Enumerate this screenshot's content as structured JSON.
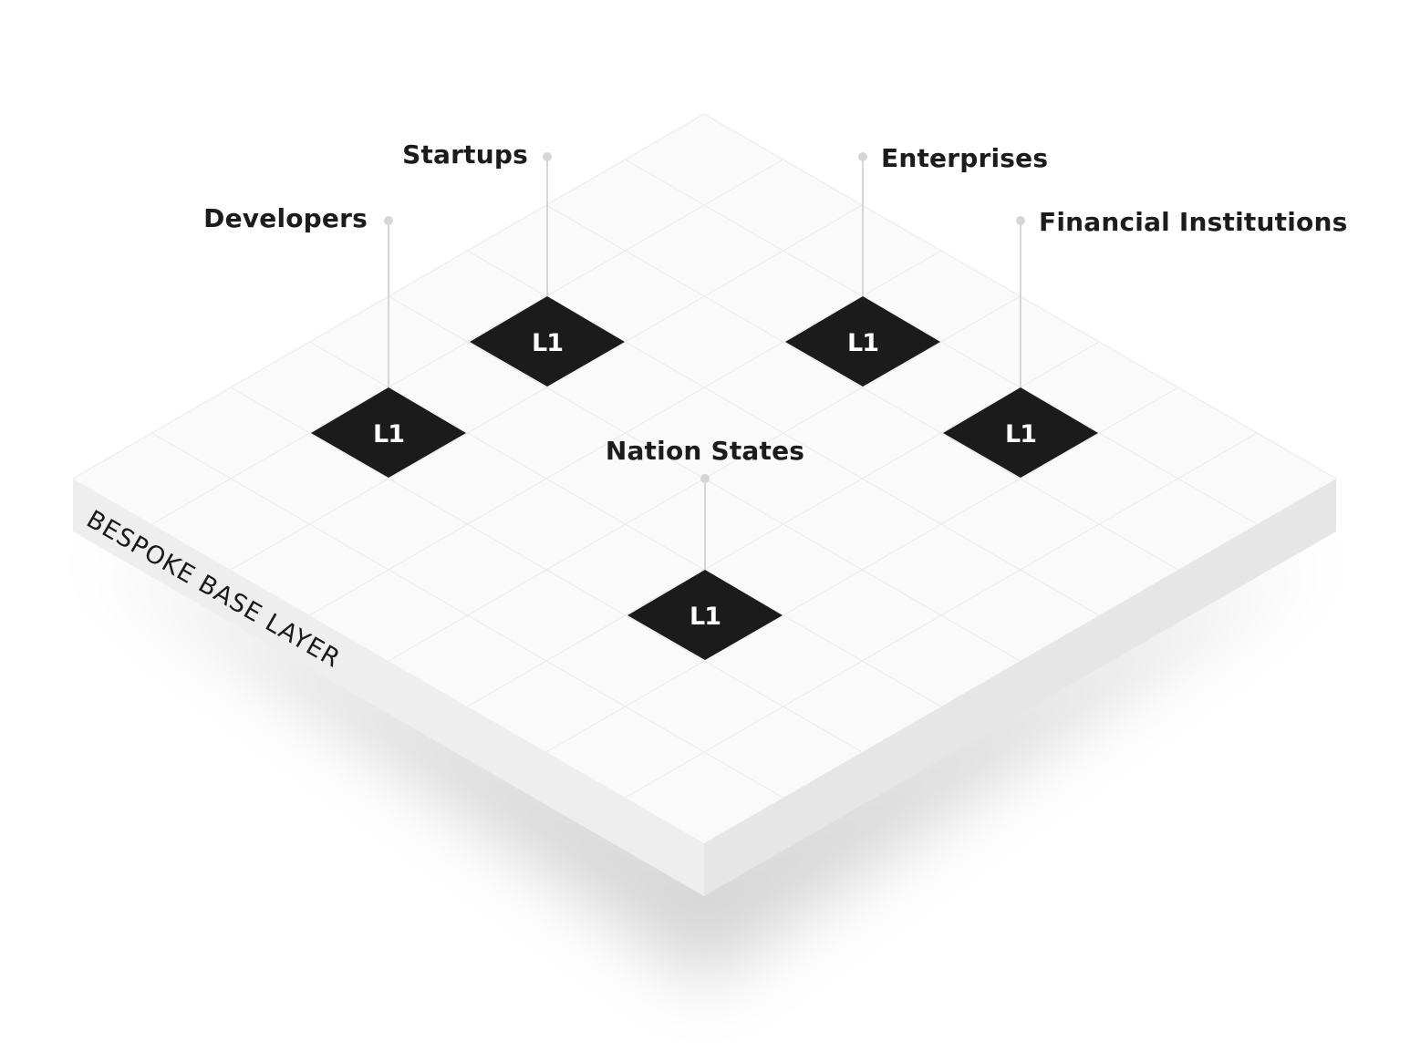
{
  "base_layer": {
    "label": "BESPOKE BASE LAYER",
    "colors": {
      "top": "#fafafa",
      "left_side": "#eeeeee",
      "right_side": "#e6e6e6",
      "grid": "#ececec",
      "node": "#1b1b1b",
      "leader": "#d6d6d6",
      "text": "#1c1c1c"
    }
  },
  "nodes": [
    {
      "id": "developers",
      "label": "Developers",
      "badge": "L1"
    },
    {
      "id": "startups",
      "label": "Startups",
      "badge": "L1"
    },
    {
      "id": "enterprises",
      "label": "Enterprises",
      "badge": "L1"
    },
    {
      "id": "financial-institutions",
      "label": "Financial Institutions",
      "badge": "L1"
    },
    {
      "id": "nation-states",
      "label": "Nation States",
      "badge": "L1"
    }
  ]
}
